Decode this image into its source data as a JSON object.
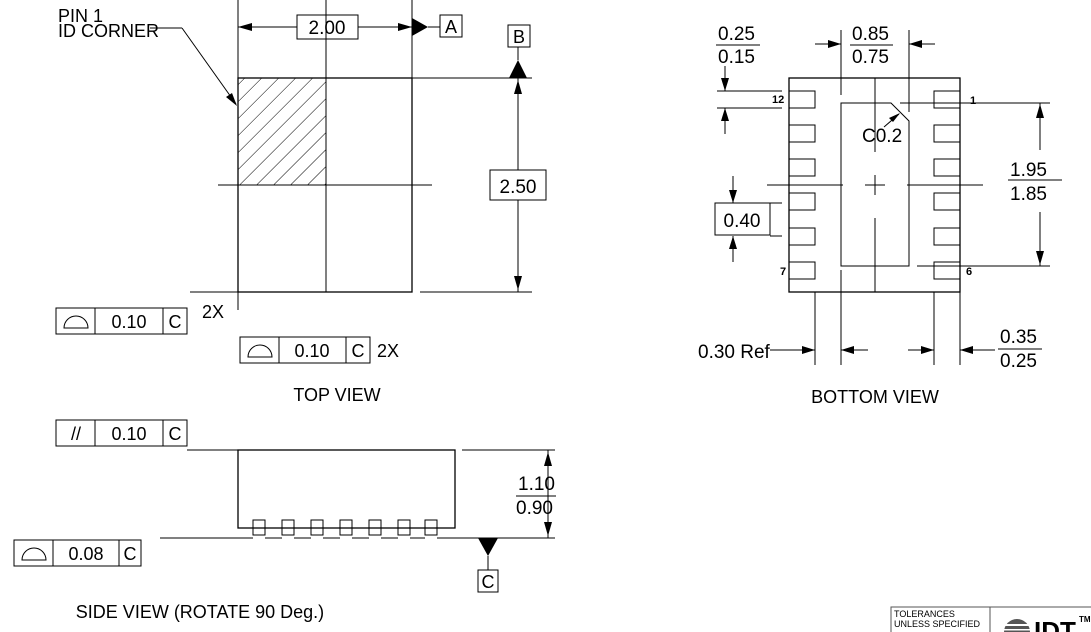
{
  "top_view": {
    "title": "TOP VIEW",
    "pin1_label_line1": "PIN 1",
    "pin1_label_line2": "ID CORNER",
    "width_dim": "2.00",
    "height_dim": "2.50",
    "datum_a": "A",
    "datum_b": "B",
    "fcf1": {
      "tolerance": "0.10",
      "datum": "C",
      "count": "2X"
    },
    "fcf2": {
      "tolerance": "0.10",
      "datum": "C",
      "count": "2X"
    }
  },
  "side_view": {
    "title": "SIDE VIEW (ROTATE 90 Deg.)",
    "parallelism": {
      "symbol": "//",
      "tolerance": "0.10",
      "datum": "C"
    },
    "profile": {
      "tolerance": "0.08",
      "datum": "C"
    },
    "height_max": "1.10",
    "height_min": "0.90",
    "datum_c": "C"
  },
  "bottom_view": {
    "title": "BOTTOM VIEW",
    "pad_len_max": "0.25",
    "pad_len_min": "0.15",
    "epad_width_max": "0.85",
    "epad_width_min": "0.75",
    "chamfer": "C0.2",
    "pitch": "0.40",
    "epad_len_max": "1.95",
    "epad_len_min": "1.85",
    "ref_dim": "0.30 Ref",
    "pad_w_max": "0.35",
    "pad_w_min": "0.25",
    "pins": {
      "p1": "1",
      "p6": "6",
      "p7": "7",
      "p12": "12"
    }
  },
  "title_block": {
    "tolerances_line1": "TOLERANCES",
    "tolerances_line2": "UNLESS SPECIFIED",
    "logo_text": "IDT",
    "trademark": "TM"
  }
}
